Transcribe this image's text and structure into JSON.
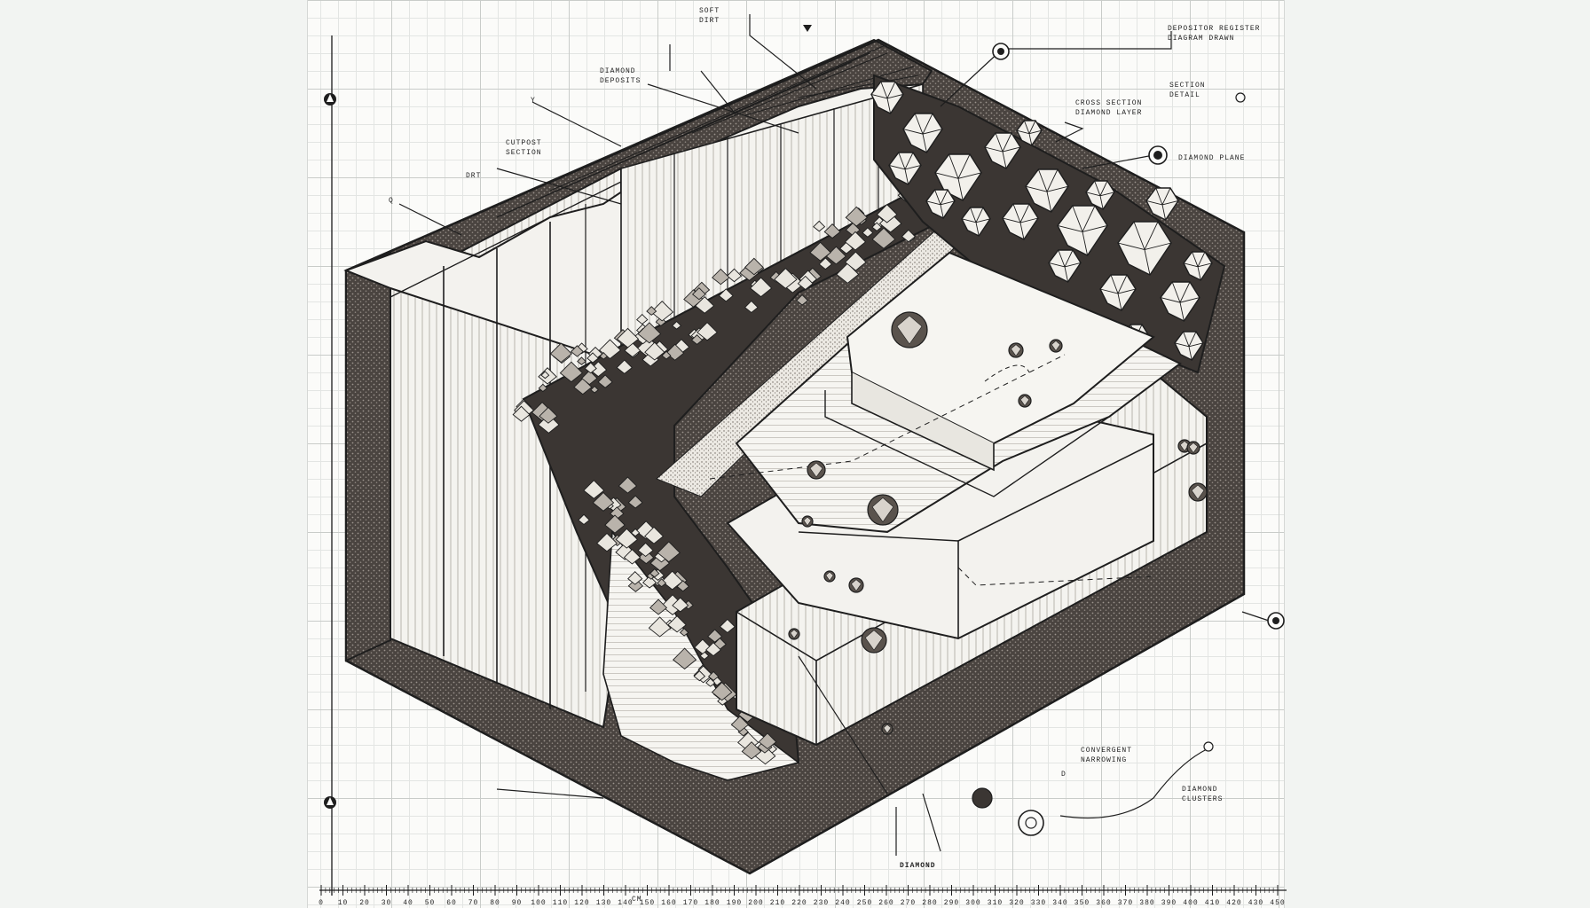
{
  "labels": {
    "top_center": "SOFT\nDIRT",
    "upper_left": "DIAMOND\nDEPOSITS",
    "mid_left": "CUTPOST\nSECTION",
    "small_left": "DRT",
    "small_y": "Y",
    "small_q": "Q",
    "top_right_1": "DEPOSITOR REGISTER\nDIAGRAM DRAWN",
    "top_right_2": "SECTION\nDETAIL",
    "right_mid": "CROSS SECTION\nDIAMOND LAYER",
    "right_callout": "DIAMOND PLANE",
    "bottom_right_1": "CONVERGENT\nNARROWING",
    "bottom_right_2": "DIAMOND\nCLUSTERS",
    "bottom_d": "D",
    "bottom_center": "DIAMOND"
  },
  "ruler": {
    "tick_labels": [
      "0",
      "10",
      "20",
      "30",
      "40",
      "50",
      "60",
      "70",
      "80",
      "90",
      "100",
      "110",
      "120",
      "130",
      "140",
      "150",
      "160",
      "170",
      "180",
      "190",
      "200",
      "210",
      "220",
      "230",
      "240",
      "250",
      "260",
      "270",
      "280",
      "290",
      "300",
      "310",
      "320",
      "330",
      "340",
      "350",
      "360",
      "370",
      "380",
      "390",
      "400",
      "410",
      "420",
      "430",
      "450"
    ],
    "unit": "CM"
  },
  "colors": {
    "ink": "#1e1e1e",
    "paper": "#fbfbf9",
    "rock_dark": "#3b3633",
    "slab_light": "#f3f2ee"
  }
}
